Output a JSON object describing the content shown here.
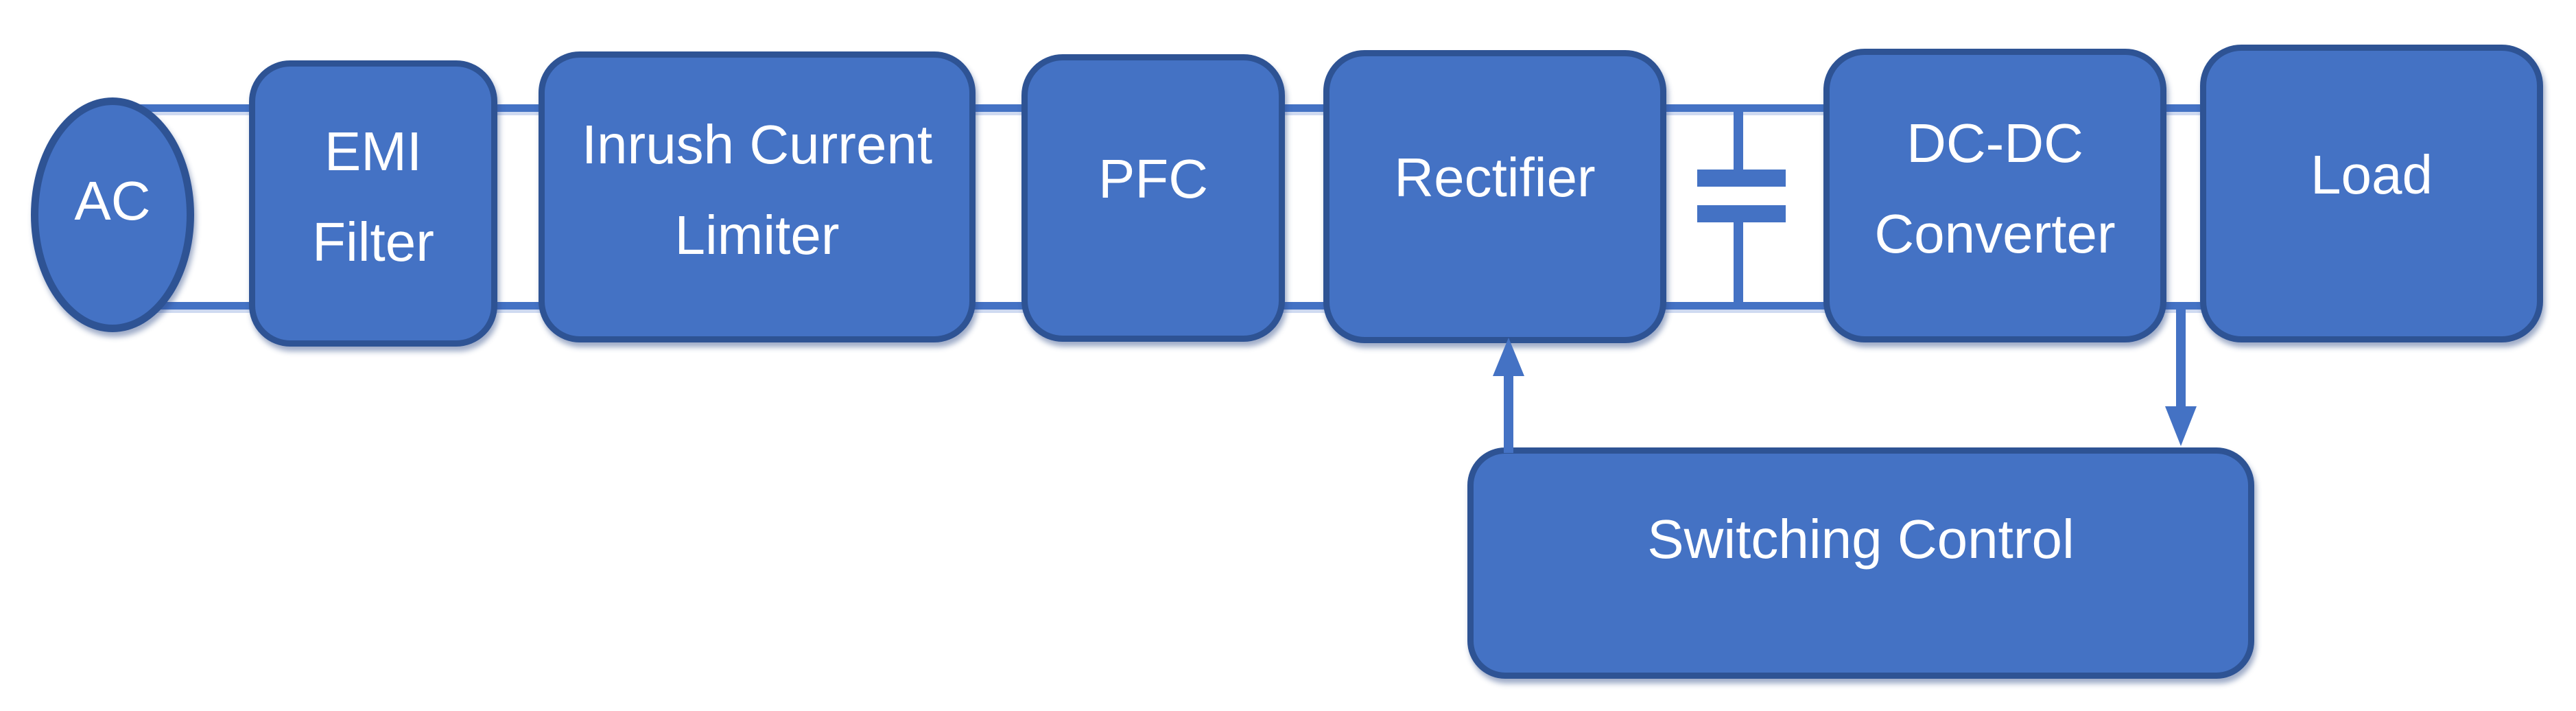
{
  "diagram": {
    "type": "block-diagram",
    "colors": {
      "background": "#FFFFFF",
      "block_fill": "#4472C4",
      "block_border": "#2E5394",
      "connector": "#4472C4",
      "connector_halo": "#CFDAF1",
      "text": "#FFFFFF"
    },
    "nodes": {
      "ac": {
        "label": "AC",
        "shape": "ellipse"
      },
      "emi": {
        "line1": "EMI",
        "line2": "Filter",
        "shape": "rounded-rect"
      },
      "inrush": {
        "line1": "Inrush Current",
        "line2": "Limiter",
        "shape": "rounded-rect"
      },
      "pfc": {
        "label": "PFC",
        "shape": "rounded-rect"
      },
      "rectifier": {
        "label": "Rectifier",
        "shape": "rounded-rect"
      },
      "dcdc": {
        "line1": "DC-DC",
        "line2": "Converter",
        "shape": "rounded-rect"
      },
      "load": {
        "label": "Load",
        "shape": "rounded-rect"
      },
      "switching": {
        "label": "Switching Control",
        "shape": "rounded-rect"
      }
    },
    "symbols": {
      "capacitor": "filter-capacitor between Rectifier and DC-DC Converter, bridging top and bottom bus lines"
    },
    "connections": [
      {
        "from": "AC",
        "to": "EMI Filter",
        "style": "double-line-bus"
      },
      {
        "from": "EMI Filter",
        "to": "Inrush Current Limiter",
        "style": "double-line-bus"
      },
      {
        "from": "Inrush Current Limiter",
        "to": "PFC",
        "style": "double-line-bus"
      },
      {
        "from": "PFC",
        "to": "Rectifier",
        "style": "double-line-bus"
      },
      {
        "from": "Rectifier",
        "to": "DC-DC Converter",
        "style": "double-line-bus-with-capacitor"
      },
      {
        "from": "DC-DC Converter",
        "to": "Load",
        "style": "double-line-bus"
      },
      {
        "from": "Switching Control",
        "to": "Rectifier",
        "style": "arrow-up"
      },
      {
        "from": "DC-DC Converter output line",
        "to": "Switching Control",
        "style": "arrow-down"
      }
    ]
  }
}
